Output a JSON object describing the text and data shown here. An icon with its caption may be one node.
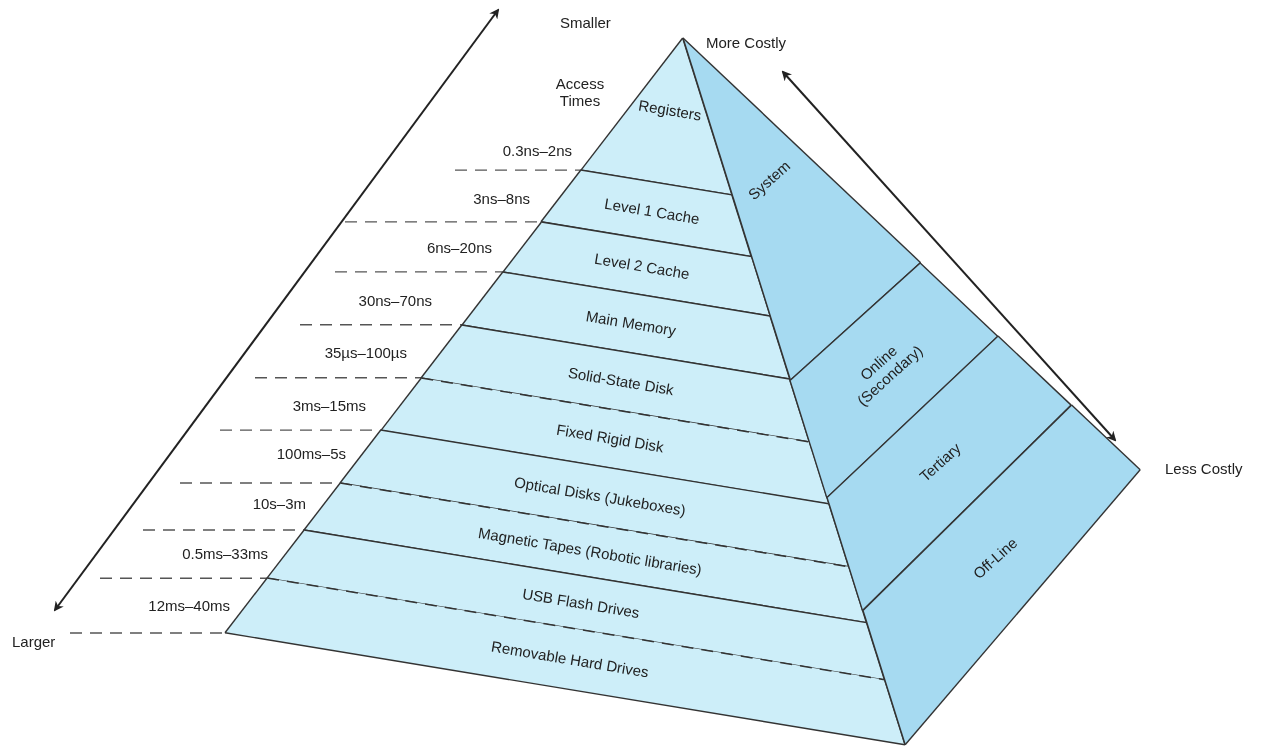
{
  "diagram": {
    "nodes": [
      {
        "text": [
          "Registers"
        ]
      },
      {
        "text": [
          "Level 1 Cache"
        ]
      },
      {
        "text": [
          "Level 2 Cache"
        ]
      },
      {
        "text": [
          "Main Memory"
        ]
      },
      {
        "text": [
          "Solid-State Disk"
        ]
      },
      {
        "text": [
          "Fixed Rigid Disk"
        ]
      },
      {
        "text": [
          "Optical Disks (Jukeboxes)"
        ]
      },
      {
        "text": [
          "Magnetic Tapes (Robotic libraries)"
        ]
      },
      {
        "text": [
          "USB Flash Drives"
        ]
      },
      {
        "text": [
          "Removable Hard Drives"
        ]
      },
      {
        "text": [
          "System"
        ]
      },
      {
        "text": [
          "Online (Secondary)"
        ]
      },
      {
        "text": [
          "Tertiary"
        ]
      },
      {
        "text": [
          "Off-Line"
        ]
      }
    ],
    "labels": [
      "Smaller",
      "Access Times",
      "More Costly",
      "0.3ns–2ns",
      "3ns–8ns",
      "6ns–20ns",
      "30ns–70ns",
      "35µs–100µs",
      "3ms–15ms",
      "100ms–5s",
      "10s–3m",
      "0.5ms–33ms",
      "12ms–40ms",
      "Less Costly",
      "Larger"
    ]
  }
}
